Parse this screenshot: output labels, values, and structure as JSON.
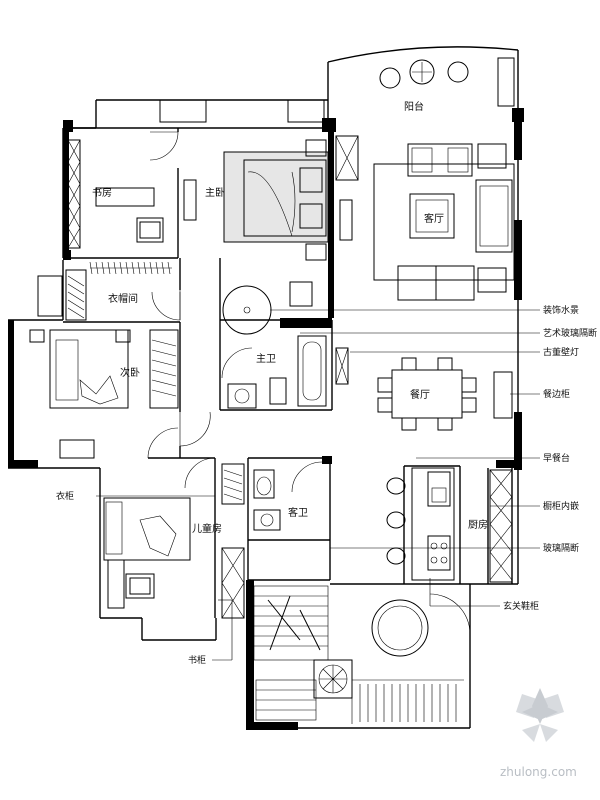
{
  "rooms": {
    "study": "书房",
    "master_bedroom": "主卧",
    "cloakroom": "衣帽间",
    "bedroom_left": "次卧",
    "bedroom_bottom": "儿童房",
    "master_bath": "主卫",
    "guest_bath": "客卫",
    "living_room": "客厅",
    "dining_room": "餐厅",
    "kitchen": "厨房",
    "balcony": "阳台"
  },
  "annotations": {
    "right": [
      "装饰水景",
      "艺术玻璃隔断",
      "古董壁灯",
      "餐边柜",
      "早餐台",
      "橱柜内嵌",
      "玻璃隔断"
    ],
    "bottom_right": "玄关鞋柜",
    "left_wardrobe": "衣柜",
    "left_storage": "书柜"
  },
  "watermark": {
    "text": "zhulong.com",
    "color": "#b9bec4"
  }
}
